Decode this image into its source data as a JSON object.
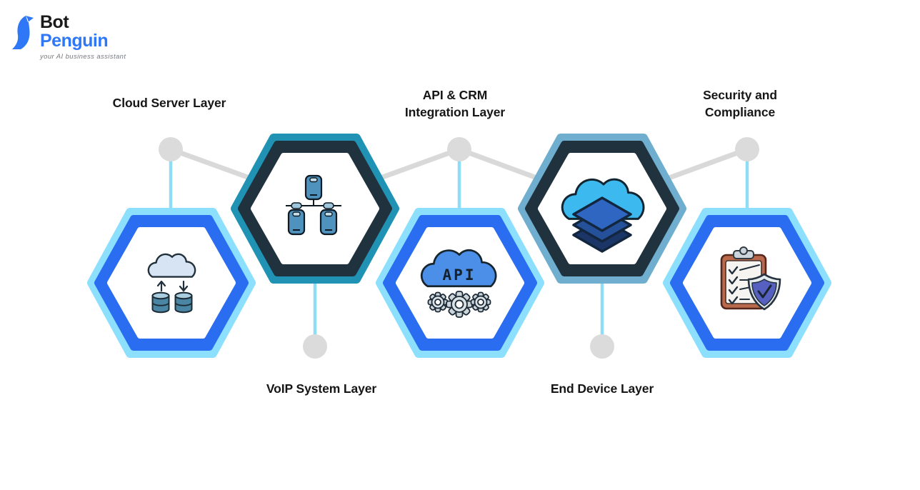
{
  "logo": {
    "brand_top": "Bot",
    "brand_bottom": "Penguin",
    "tagline": "your AI business assistant"
  },
  "diagram": {
    "nodes": [
      {
        "id": "cloud-server-layer",
        "label": "Cloud Server Layer",
        "icon": "cloud-database-sync-icon",
        "style": "light-blue",
        "label_position": "top"
      },
      {
        "id": "voip-system-layer",
        "label": "VoIP System Layer",
        "icon": "network-devices-icon",
        "style": "dark-teal",
        "label_position": "bottom"
      },
      {
        "id": "api-crm-integration-layer",
        "label": "API & CRM Integration Layer",
        "label_line1": "API & CRM",
        "label_line2": "Integration Layer",
        "icon": "api-cloud-gears-icon",
        "icon_text": "API",
        "style": "light-blue",
        "label_position": "top"
      },
      {
        "id": "end-device-layer",
        "label": "End Device Layer",
        "icon": "cloud-stack-icon",
        "style": "dark-steel",
        "label_position": "bottom"
      },
      {
        "id": "security-and-compliance",
        "label": "Security and Compliance",
        "label_line1": "Security and",
        "label_line2": "Compliance",
        "icon": "clipboard-shield-icon",
        "style": "light-blue",
        "label_position": "top"
      }
    ],
    "connections": [
      {
        "from": "cloud-server-layer",
        "to": "voip-system-layer"
      },
      {
        "from": "api-crm-integration-layer",
        "to": "voip-system-layer"
      },
      {
        "from": "api-crm-integration-layer",
        "to": "end-device-layer"
      },
      {
        "from": "security-and-compliance",
        "to": "end-device-layer"
      }
    ]
  },
  "colors": {
    "background": "#FFFFFF",
    "label_text": "#161616",
    "hex_light_blue": "#8CE0FE",
    "hex_royal_blue": "#2B6DF0",
    "hex_dark_ring": "#20323E",
    "hex_teal": "#2093B5",
    "hex_steel": "#6FAECE",
    "white": "#FFFFFF",
    "connector_gray": "#D9D9D9",
    "connector_light_blue": "#8EDCF5",
    "node_dot": "#DBDBDB",
    "logo_bot": "#1A1A1A",
    "logo_penguin": "#2E77F6",
    "logo_tagline": "#75797E"
  }
}
